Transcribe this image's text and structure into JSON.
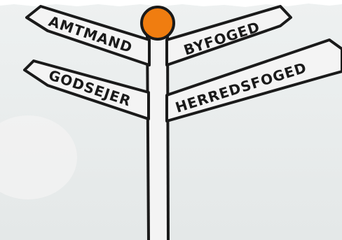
{
  "signpost": {
    "signs": [
      {
        "label": "AMTMAND"
      },
      {
        "label": "BYFOGED"
      },
      {
        "label": "GODSEJER"
      },
      {
        "label": "HERREDSFOGED"
      }
    ],
    "colors": {
      "background": "#e9ecec",
      "post_top": "#f07d10",
      "outline": "#1a1a1a",
      "sign_fill": "#f4f4f4"
    }
  }
}
